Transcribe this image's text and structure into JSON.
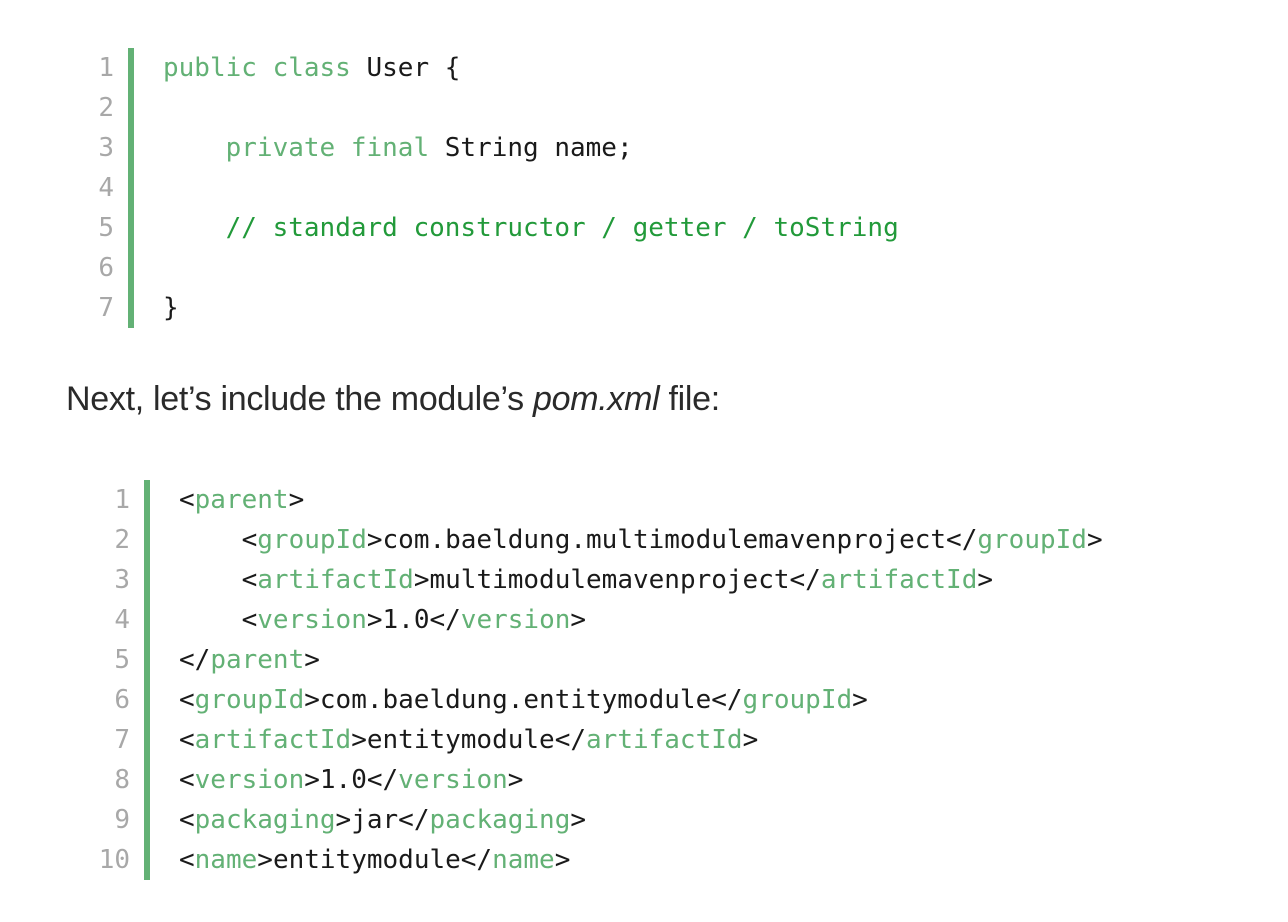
{
  "java_block": {
    "line_numbers": [
      "1",
      "2",
      "3",
      "4",
      "5",
      "6",
      "7"
    ],
    "lines": [
      {
        "kw": "public class",
        "rest": " User {"
      },
      {
        "text": ""
      },
      {
        "indent": "    ",
        "kw": "private final",
        "rest": " String name;"
      },
      {
        "text": ""
      },
      {
        "indent": "    ",
        "comment": "// standard constructor / getter / toString"
      },
      {
        "text": ""
      },
      {
        "text": "}"
      }
    ]
  },
  "prose": {
    "before": "Next, let’s include the module’s ",
    "emphasis": "pom.xml",
    "after": " file:"
  },
  "xml_block": {
    "line_numbers": [
      "1",
      "2",
      "3",
      "4",
      "5",
      "6",
      "7",
      "8",
      "9",
      "10"
    ],
    "lines": [
      {
        "indent": "",
        "tag": "parent",
        "open_only": true
      },
      {
        "indent": "    ",
        "tag": "groupId",
        "value": "com.baeldung.multimodulemavenproject"
      },
      {
        "indent": "    ",
        "tag": "artifactId",
        "value": "multimodulemavenproject"
      },
      {
        "indent": "    ",
        "tag": "version",
        "value": "1.0"
      },
      {
        "indent": "",
        "tag": "parent",
        "close_only": true
      },
      {
        "indent": "",
        "tag": "groupId",
        "value": "com.baeldung.entitymodule"
      },
      {
        "indent": "",
        "tag": "artifactId",
        "value": "entitymodule"
      },
      {
        "indent": "",
        "tag": "version",
        "value": "1.0"
      },
      {
        "indent": "",
        "tag": "packaging",
        "value": "jar"
      },
      {
        "indent": "",
        "tag": "name",
        "value": "entitymodule"
      }
    ]
  },
  "colors": {
    "accent": "#63b175",
    "comment": "#229a3a",
    "line_number": "#a8a8a8",
    "text": "#1a1a1a"
  }
}
